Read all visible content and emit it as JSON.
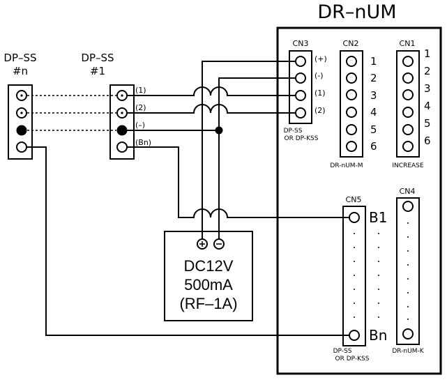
{
  "module_title": "DR–nUM",
  "dpss_n": {
    "name": "DP–SS",
    "index": "#n"
  },
  "dpss_1": {
    "name": "DP–SS",
    "index": "#1"
  },
  "dpss_1_terms": [
    "(1)",
    "(2)",
    "(–)",
    "(Bn)"
  ],
  "cn3": {
    "label": "CN3",
    "pins": [
      "(+)",
      "(-)",
      "(1)",
      "(2)"
    ],
    "caption_1": "DP-SS",
    "caption_2": "OR DP-KSS"
  },
  "cn2": {
    "label": "CN2",
    "pins": [
      "1",
      "2",
      "3",
      "4",
      "5",
      "6"
    ],
    "caption": "DR-nUM-M"
  },
  "cn1": {
    "label": "CN1",
    "pins": [
      "1",
      "2",
      "3",
      "4",
      "5",
      "6"
    ],
    "caption": "INCREASE"
  },
  "cn5": {
    "label": "CN5",
    "first_pin": "B1",
    "last_pin": "Bn",
    "caption_1": "DP-SS",
    "caption_2": "OR DP-KSS"
  },
  "cn4": {
    "label": "CN4",
    "caption": "DR-nUM-K"
  },
  "psu": {
    "line1": "DC12V",
    "line2": "500mA",
    "line3": "(RF–1A)"
  }
}
